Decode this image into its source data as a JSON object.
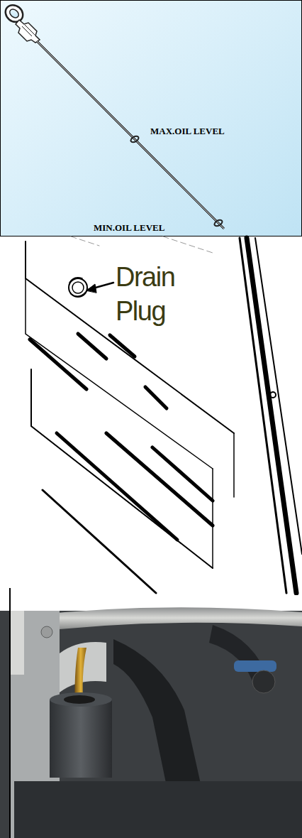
{
  "diagram": {
    "labels": [
      "MAX.OIL LEVEL",
      "MIN.OIL LEVEL",
      "Drain Plug"
    ]
  }
}
